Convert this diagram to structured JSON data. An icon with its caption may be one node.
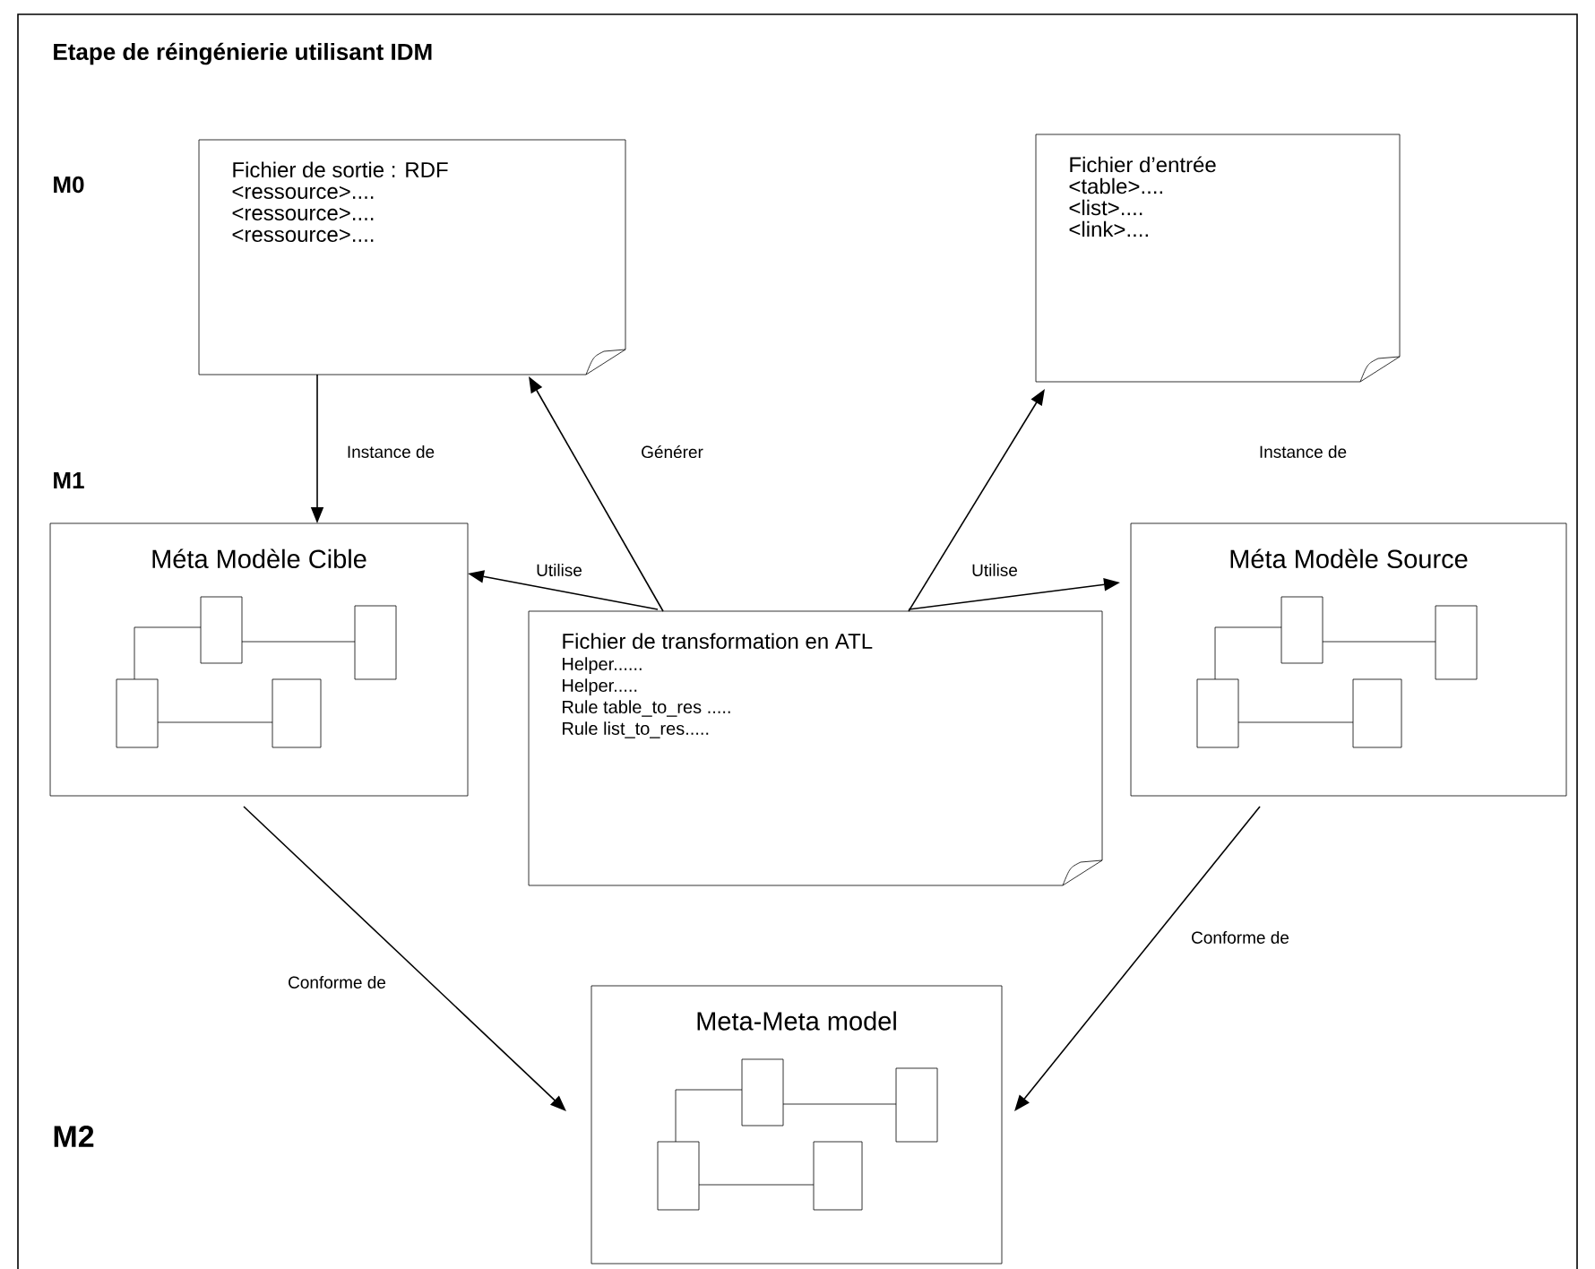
{
  "diagram": {
    "title": "Etape de réingénierie utilisant IDM",
    "nodes": [
      {
        "text": [
          "Fichier de sortie : RDF",
          "<ressource>....",
          "<ressource>....",
          "<ressource>...."
        ]
      },
      {
        "text": [
          "Fichier d’entrée",
          "<table>....",
          "<list>....",
          "<link>...."
        ]
      },
      {
        "text": [
          "Méta Modèle Cible"
        ]
      },
      {
        "text": [
          "Fichier  de transformation en ATL",
          "Helper......",
          "Helper.....",
          "Rule table_to_res .....",
          "Rule list_to_res....."
        ]
      },
      {
        "text": [
          "Méta Modèle Source"
        ]
      },
      {
        "text": [
          "Meta-Meta model"
        ]
      }
    ],
    "edges": [
      {
        "from": 0,
        "to": 2,
        "arrow": "to",
        "label": "Instance de"
      },
      {
        "from": 3,
        "to": 0,
        "arrow": "to",
        "label": "Générer"
      },
      {
        "from": 3,
        "to": 1,
        "arrow": "to"
      },
      {
        "from": 3,
        "to": 2,
        "arrow": "to",
        "label": "Utilise"
      },
      {
        "from": 3,
        "to": 4,
        "arrow": "to",
        "label": "Utilise"
      },
      {
        "from": 2,
        "to": 5,
        "arrow": "to",
        "label": "Conforme de"
      },
      {
        "from": 4,
        "to": 5,
        "arrow": "to",
        "label": "Conforme de"
      }
    ],
    "labels": [
      "M0",
      "M1",
      "M2",
      "Instance de"
    ]
  }
}
